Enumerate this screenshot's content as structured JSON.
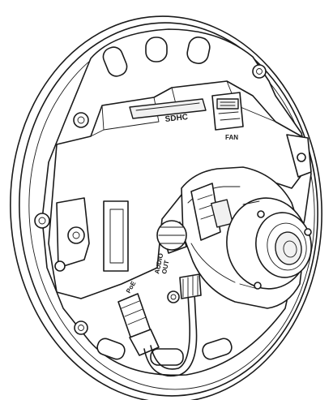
{
  "labels": {
    "sdhc": "SDHC",
    "fan": "FAN",
    "audio_out_line1": "AUDIO",
    "audio_out_line2": "OUT",
    "poe": "PoE"
  },
  "colors": {
    "line": "#1a1a1a",
    "background": "#ffffff"
  }
}
